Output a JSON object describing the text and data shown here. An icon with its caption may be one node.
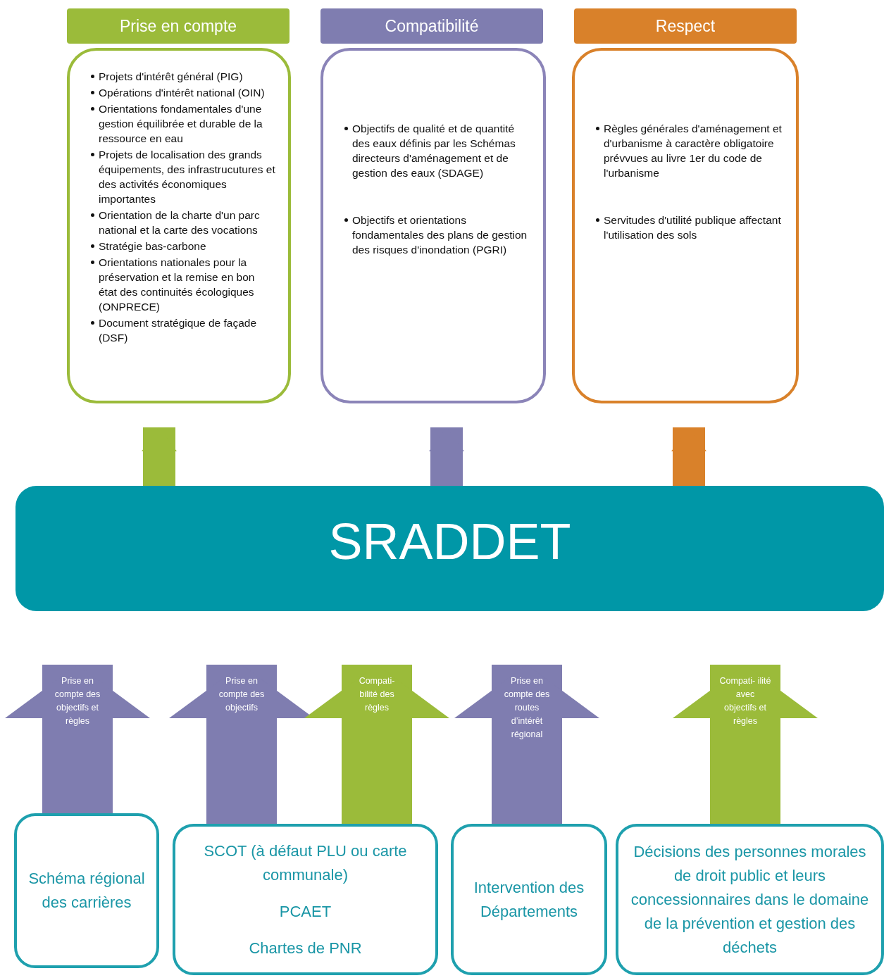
{
  "diagram": {
    "nodes": [
      {
        "text": [
          "Prise en compte"
        ]
      },
      {
        "text": [
          "Projets d'intérêt général (PIG)",
          "Opérations d'intérêt national (OIN)",
          "Orientations fondamentales d'une gestion équilibrée et durable de la ressource en eau",
          "Projets de localisation des grands équipements, des infrastrucutures et des activités économiques importantes",
          "Orientation de la charte d'un parc national et la carte des vocations",
          "Stratégie bas-carbone",
          "Orientations nationales pour la préservation et la remise en bon état des continuités écologiques (ONPRECE)",
          "Document stratégique de façade (DSF)"
        ]
      },
      {
        "text": [
          "Compatibilité"
        ]
      },
      {
        "text": [
          "Objectifs de qualité et de quantité des eaux définis par les Schémas directeurs d'aménagement et de gestion des eaux (SDAGE)",
          "Objectifs et orientations fondamentales des plans de gestion des risques d'inondation (PGRI)"
        ]
      },
      {
        "text": [
          "Respect"
        ]
      },
      {
        "text": [
          "Règles générales d'aménagement et d'urbanisme à caractère obligatoire prévvues au livre 1er du code de l'urbanisme",
          "Servitudes d'utilité publique affectant l'utilisation des sols"
        ]
      },
      {
        "text": [
          "SRADDET"
        ]
      },
      {
        "text": [
          "Schéma régional des carrières"
        ]
      },
      {
        "text": [
          "SCOT (à défaut PLU ou carte communale)",
          "PCAET",
          "Chartes de PNR"
        ]
      },
      {
        "text": [
          "Intervention des Départements"
        ]
      },
      {
        "text": [
          "Décisions des personnes morales de droit public et leurs concessionnaires dans le domaine de la prévention et gestion des déchets"
        ]
      }
    ],
    "edges": [
      {
        "from": 6,
        "to": 1,
        "arrow": "to",
        "color": "#9bbb3a"
      },
      {
        "from": 6,
        "to": 3,
        "arrow": "to",
        "color": "#7f7db0"
      },
      {
        "from": 6,
        "to": 5,
        "arrow": "to",
        "color": "#d9812a"
      },
      {
        "from": 7,
        "to": 6,
        "arrow": "to",
        "label": "Prise en compte des objectifs et règles",
        "color": "#7f7db0"
      },
      {
        "from": 8,
        "to": 6,
        "arrow": "to",
        "label": "Prise en compte des objectifs",
        "color": "#7f7db0"
      },
      {
        "from": 8,
        "to": 6,
        "arrow": "to",
        "label": "Compati- bilité des règles",
        "color": "#9bbb3a"
      },
      {
        "from": 9,
        "to": 6,
        "arrow": "to",
        "label": "Prise en compte des routes d’intérêt régional",
        "color": "#7f7db0"
      },
      {
        "from": 10,
        "to": 6,
        "arrow": "to",
        "label": "Compati- ilité avec objectifs et règles",
        "color": "#9bbb3a"
      }
    ]
  }
}
